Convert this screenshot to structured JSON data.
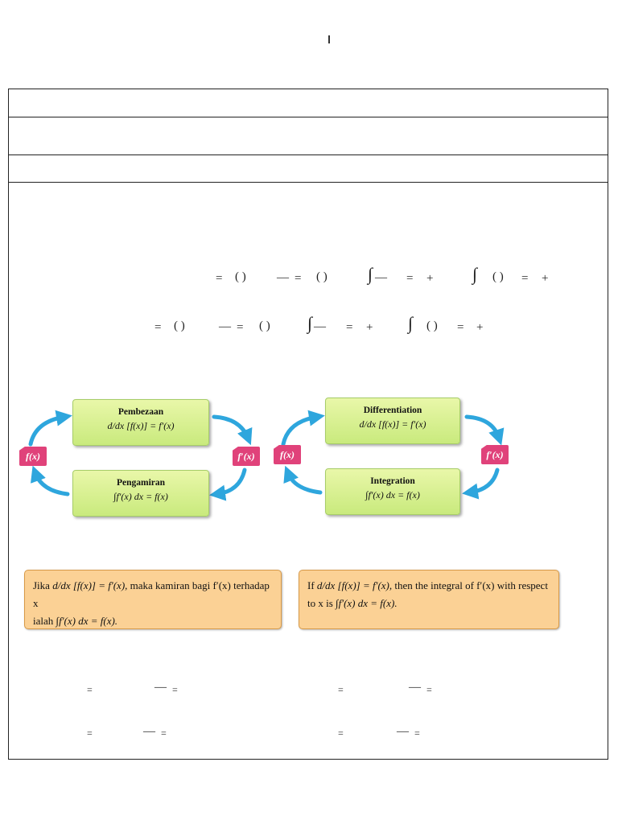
{
  "page_mark": "I",
  "row_equations": {
    "equals": "=",
    "paren": "( )",
    "dash": "—",
    "plus": "+",
    "integral": "∫"
  },
  "diagram_left": {
    "top_title": "Pembezaan",
    "top_formula": "d/dx [f(x)] = f′(x)",
    "bottom_title": "Pengamiran",
    "bottom_formula": "∫f′(x) dx = f(x)",
    "left_tag": "f(x)",
    "right_tag": "f′(x)"
  },
  "diagram_right": {
    "top_title": "Differentiation",
    "top_formula": "d/dx [f(x)] = f′(x)",
    "bottom_title": "Integration",
    "bottom_formula": "∫f′(x) dx = f(x)",
    "left_tag": "f(x)",
    "right_tag": "f′(x)"
  },
  "statement_left": {
    "line1_prefix": "Jika",
    "line1_formula": "d/dx [f(x)] = f′(x),",
    "line1_rest": "maka kamiran bagi f′(x) terhadap x",
    "line2_prefix": "ialah",
    "line2_formula": "∫f′(x) dx = f(x)."
  },
  "statement_right": {
    "line1_prefix": "If",
    "line1_formula": "d/dx [f(x)] = f′(x),",
    "line1_rest": "then the integral of f′(x) with respect",
    "line2_prefix": "to x is",
    "line2_formula": "∫f′(x) dx = f(x)."
  },
  "colors": {
    "green": "#c9ea7d",
    "pink": "#e0427a",
    "orange": "#fbd195",
    "arrow_blue": "#2ea6dd"
  }
}
